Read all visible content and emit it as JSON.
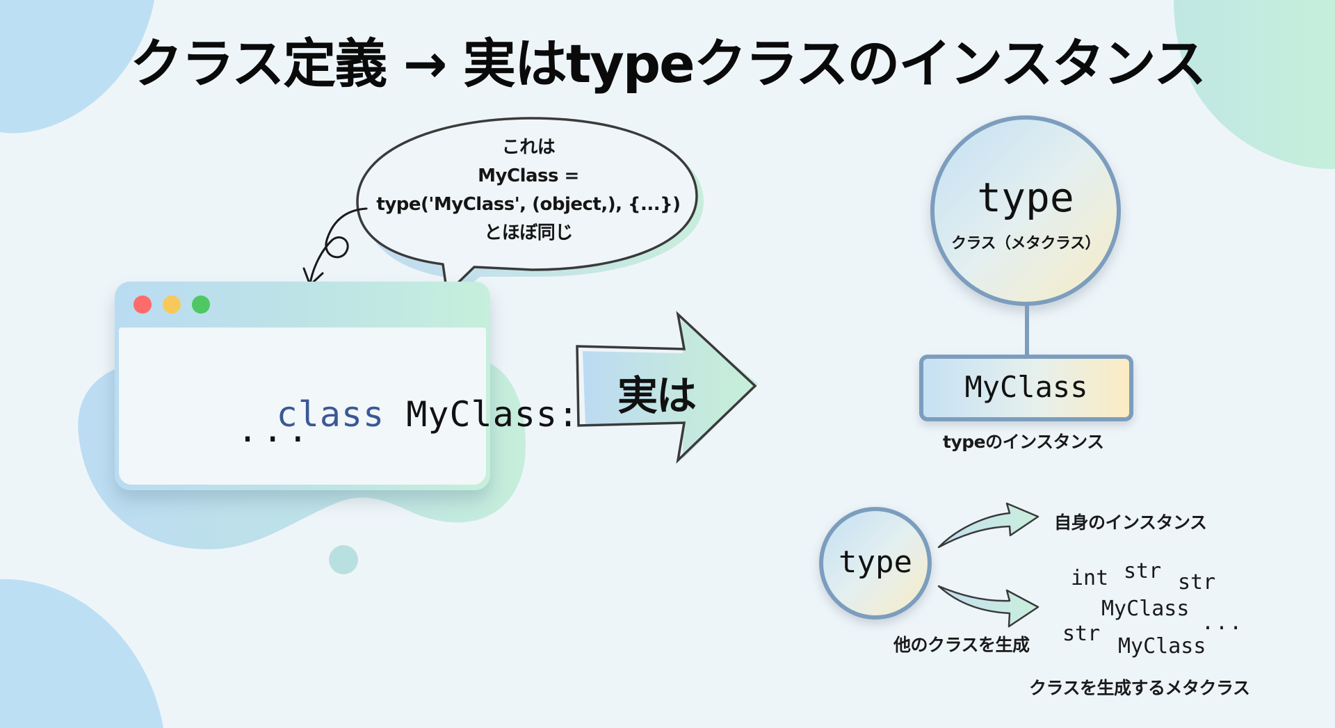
{
  "title": "クラス定義 → 実はtypeクラスのインスタンス",
  "speech_bubble": {
    "lines": [
      "これは",
      "MyClass =",
      "type('MyClass', (object,), {...})",
      "とほぼ同じ"
    ]
  },
  "code_window": {
    "traffic_lights": [
      {
        "name": "close",
        "color": "#fe6b6b"
      },
      {
        "name": "minimize",
        "color": "#f8c95a"
      },
      {
        "name": "maximize",
        "color": "#4fc763"
      }
    ],
    "keyword": "class",
    "identifier": "MyClass:",
    "body": "..."
  },
  "arrow": {
    "label": "実は"
  },
  "metaclass_diagram": {
    "circle_title": "type",
    "circle_subtitle": "クラス（メタクラス）",
    "instance_box": "MyClass",
    "instance_caption": "typeのインスタンス"
  },
  "generator_diagram": {
    "circle_label": "type",
    "self_instance_label": "自身のインスタンス",
    "generate_label": "他のクラスを生成",
    "generated_classes": [
      "int",
      "str",
      "str",
      "MyClass",
      "str",
      "...",
      "MyClass"
    ],
    "caption": "クラスを生成するメタクラス"
  },
  "colors": {
    "background": "#eef5f9",
    "blob_blue": "#bddff4",
    "blob_green": "#c4eedd",
    "outline": "#7c9dbd",
    "keyword": "#3a5896"
  }
}
